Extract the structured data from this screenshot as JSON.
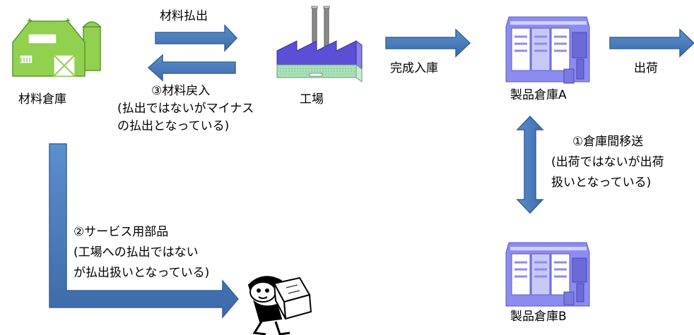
{
  "nodes": {
    "material_warehouse": "材料倉庫",
    "factory": "工場",
    "product_warehouse_a": "製品倉庫A",
    "product_warehouse_b": "製品倉庫B"
  },
  "flows": {
    "material_issue": "材料払出",
    "completion_receipt": "完成入庫",
    "shipment": "出荷",
    "material_return": {
      "title": "③材料戻入",
      "note_line1": "(払出ではないがマイナス",
      "note_line2": "の払出となっている)"
    },
    "warehouse_transfer": {
      "title": "①倉庫間移送",
      "note_line1": "(出荷ではないが出荷",
      "note_line2": "扱いとなっている)"
    },
    "service_parts": {
      "title": "②サービス用部品",
      "note_line1": "(工場への払出ではない",
      "note_line2": "が払出扱いとなっている)"
    }
  },
  "colors": {
    "arrow_fill": "#4a7ebb",
    "arrow_stroke": "#3a6298",
    "barn_green": "#92d050",
    "factory_purple": "#6a5acd",
    "warehouse_purple": "#8c8cf0"
  }
}
